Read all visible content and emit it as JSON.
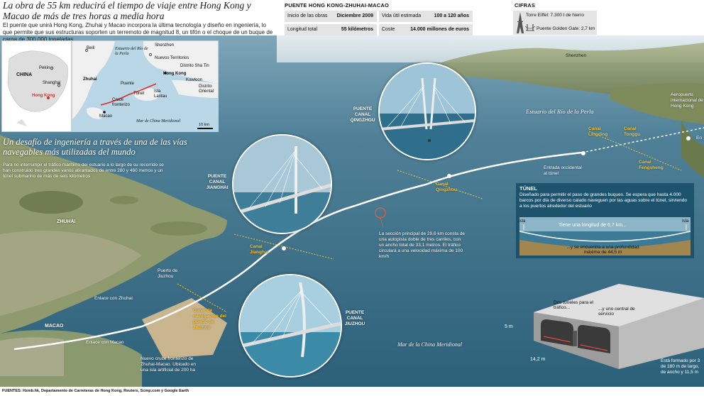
{
  "headline": "La obra de 55 km reducirá el tiempo de viaje entre Hong Kong y Macao de más de tres horas a media hora",
  "intro": "El puente que unirá Hong Kong, Zhuhai y Macao incorpora la última tecnología y diseño en ingeniería, lo que permite que sus estructuras soporten un terremoto de magnitud 8, un tifón o el choque de un buque de carga de 300.000 toneladas",
  "facts": {
    "title": "PUENTE HONG KONG-ZHUHAI-MACAO",
    "rows": [
      {
        "k1": "Inicio de las obras",
        "v1": "Diciembre 2009",
        "k2": "Vida útil estimada",
        "v2": "100 a 120 años"
      },
      {
        "k1": "Longitud total",
        "v1": "55 kilómetros",
        "k2": "Coste",
        "v2": "14.000 millones de euros"
      }
    ]
  },
  "cifras": {
    "title": "CIFRAS",
    "eiffel": "Torre Eiffel: 7.300 t de hierro",
    "golden": "Puente Golden Gate: 2,7 km"
  },
  "map_small": {
    "china": "CHINA",
    "pekin": "Pekín",
    "shanghai": "Shanghai",
    "hongkong": "Hong Kong"
  },
  "map_detail": {
    "estuario": "Estuario del Río de la Perla",
    "beili": "Beili",
    "shenzhen": "Shenzhen",
    "nuevos": "Nuevos Territorios",
    "sha_tin": "Distrito Sha Tin",
    "hong_kong": "Hong Kong",
    "kowloon": "Kowloon",
    "oriental": "Distrito Oriental",
    "zhuhai": "Zhuhai",
    "puente": "Puente",
    "tunel": "Túnel",
    "isla_lantau": "Isla Lantau",
    "cruce": "Cruce fronterizo",
    "macao": "Macao",
    "mar": "Mar de China Meridional",
    "escala": "10 km"
  },
  "subheading": "Un desafío de ingeniería a través de una de las vías navegables más utilizadas del mundo",
  "sub_body": "Para no interrumpir el tráfico marítimo del estuario a lo largo de su recorrido se han construido tres grandes vanos atirantados de entre 280 y 460 metros y un túnel submarino de más de seis kilómetros",
  "labels": {
    "zhuhai": "ZHUHAI",
    "macao": "MACAO",
    "shenzhen": "Shenzhen",
    "aeropuerto": "Aeropuerto internacional de Hong Kong",
    "estuario": "Estuario del Río de la Perla",
    "mar": "Mar de la China Meridional",
    "entrada": "Entrada occidental al túnel",
    "puerto": "Puerto de Jiuzhou",
    "enlace_zhuhai": "Enlace con Zhuhai",
    "enlace_macao": "Enlace con Macao",
    "cruce": "Nuevo cruce fronterizo de Zhuhai-Macao. Ubicado en una isla artificial de 200 ha",
    "seccion": "La sección principal de 29,6 km consta de una autopista doble de tres carriles, con un ancho total de 33,1 metros. El tráfico circulará a una velocidad máxima de 100 km/h",
    "canal_qingzhou": "Canal Qingzhou",
    "canal_jianghai": "Canal Jianghai",
    "canal_jiuzhou": "Canal de navegación del puerto de Jiuzhou",
    "canal_lingding": "Canal Lingding",
    "canal_tonggu": "Canal Tonggu",
    "canal_fengsheng": "Canal Fengsheng",
    "edge_en": "En"
  },
  "bridges": {
    "qingzhou": "PUENTE CANAL QINGZHOU",
    "jianghai": "PUENTE CANAL JIANGHAI",
    "jiuzhou": "PUENTE CANAL JIUZHOU"
  },
  "tunel": {
    "title": "TÚNEL",
    "text": "Diseñado para permitir el paso de grandes buques. Se espera que hasta 4.000 barcos por día de diverso calado naveguen por las aguas sobre el túnel, sirviendo a los puertos alrededor del estuario",
    "isla_l": "Isla",
    "isla_r": "Isla",
    "longitud": "Tiene una longitud de 6,7 km...",
    "profundidad": "...y se encuentra a una profundidad máxima de 44,5 m"
  },
  "tunel_section": {
    "dos": "Dos túneles para el tráfico...",
    "central": "...y uno central de servicio",
    "alto": "5 m",
    "ancho": "14,2 m",
    "formado": "Está formado por 3",
    "largo": "de 180 m de largo,",
    "ancho2": "de ancho y 11,5 m"
  },
  "source": "FUENTES: Hzmb.hk, Departamento de Carreteras de Hong Kong, Reuters, Scmp.com y Google Earth"
}
